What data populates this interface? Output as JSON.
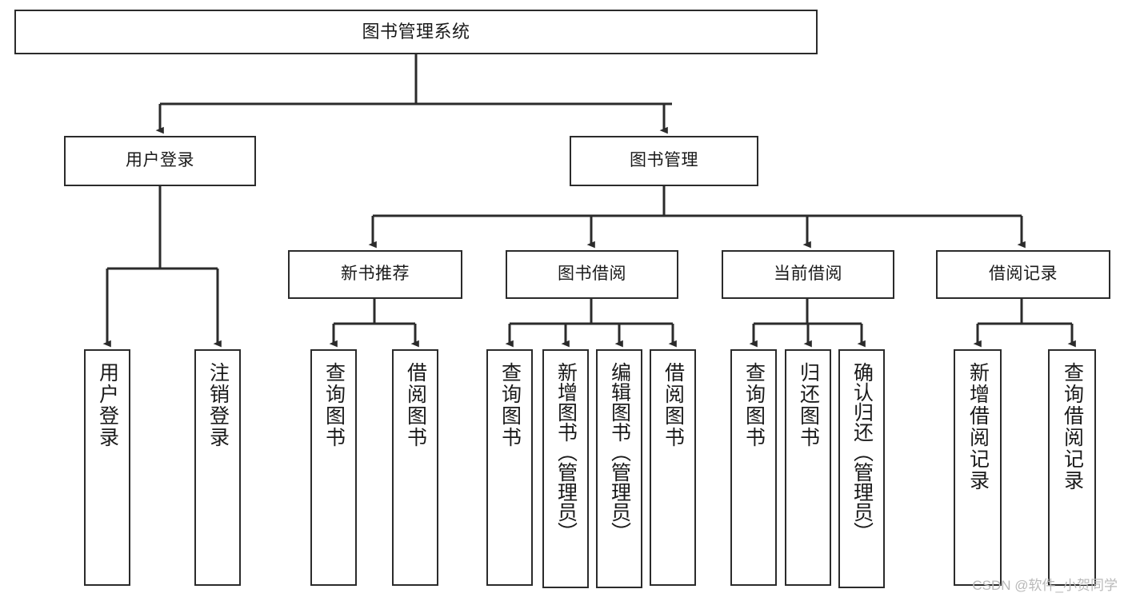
{
  "diagram": {
    "title": "图书管理系统",
    "type": "tree-hierarchy-chart",
    "orientation": "top-down",
    "colors": {
      "node_border": "#2b2b2b",
      "node_fill": "#ffffff",
      "edge": "#3a3a3a",
      "text": "#1a1a1a",
      "background": "#ffffff",
      "watermark": "#b9b9b9"
    }
  },
  "watermark": {
    "text": "CSDN @软件_小贺同学"
  },
  "nodes": {
    "root": {
      "label": "图书管理系统",
      "level": 1
    },
    "level2": [
      {
        "id": "user-login",
        "label": "用户登录",
        "level": 2
      },
      {
        "id": "book-management",
        "label": "图书管理",
        "level": 2
      }
    ],
    "level3": [
      {
        "id": "new-book-recommend",
        "label": "新书推荐",
        "level": 3
      },
      {
        "id": "book-borrow",
        "label": "图书借阅",
        "level": 3
      },
      {
        "id": "current-borrow",
        "label": "当前借阅",
        "level": 3
      },
      {
        "id": "borrow-record",
        "label": "借阅记录",
        "level": 3
      }
    ],
    "leaves": {
      "user_login": [
        {
          "id": "leaf-user-login",
          "label": "用户登录"
        },
        {
          "id": "leaf-logout-login",
          "label": "注销登录"
        }
      ],
      "new_book_recommend": [
        {
          "id": "leaf-query-book-1",
          "label": "查询图书"
        },
        {
          "id": "leaf-borrow-book-1",
          "label": "借阅图书"
        }
      ],
      "book_borrow": [
        {
          "id": "leaf-query-book-2",
          "label": "查询图书"
        },
        {
          "id": "leaf-add-book",
          "label": "新增图书（管理员）"
        },
        {
          "id": "leaf-edit-book",
          "label": "编辑图书（管理员）"
        },
        {
          "id": "leaf-borrow-book-2",
          "label": "借阅图书"
        }
      ],
      "current_borrow": [
        {
          "id": "leaf-query-book-3",
          "label": "查询图书"
        },
        {
          "id": "leaf-return-book",
          "label": "归还图书"
        },
        {
          "id": "leaf-confirm-return",
          "label": "确认归还（管理员）"
        }
      ],
      "borrow_record": [
        {
          "id": "leaf-add-record",
          "label": "新增借阅记录"
        },
        {
          "id": "leaf-query-record",
          "label": "查询借阅记录"
        }
      ]
    }
  }
}
